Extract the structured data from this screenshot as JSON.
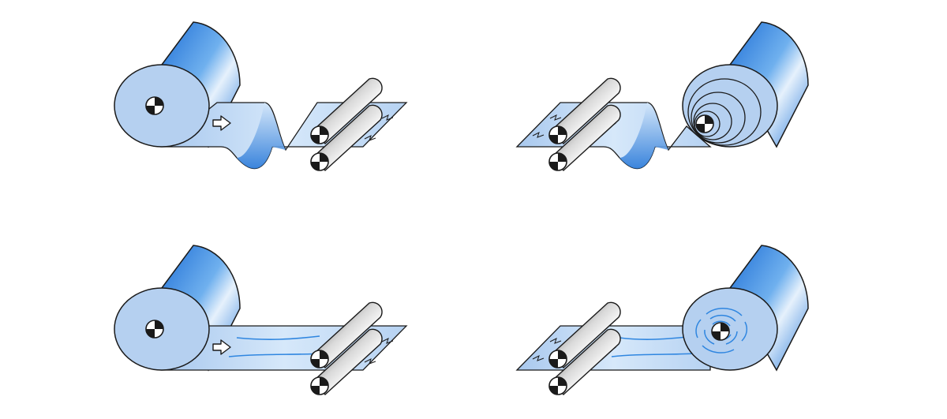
{
  "figure": {
    "panels": [
      {
        "id": "unwind-wavy-web",
        "roll": "unwind",
        "web": "wavy",
        "arrow": "right-arrow-icon"
      },
      {
        "id": "rewind-telescoped-roll",
        "roll": "rewind-telescoped",
        "web": "wavy",
        "arrow": "right-arrow-icon"
      },
      {
        "id": "unwind-streaked-web",
        "roll": "unwind",
        "web": "flat-streaked",
        "arrow": "right-arrow-icon"
      },
      {
        "id": "rewind-ringed-roll",
        "roll": "rewind-ringed",
        "web": "flat-streaked",
        "arrow": "right-arrow-icon"
      }
    ],
    "colors": {
      "film": "#b8d4f2",
      "roll_dark": "#1f6fd6",
      "roll_light": "#e6f1fc",
      "face": "#b5d0f0",
      "streak": "#2f86e0",
      "outline": "#1a1a1a"
    },
    "icons": [
      "center-mark-icon",
      "right-arrow-icon",
      "nip-roller-icon",
      "tear-mark-icon"
    ]
  }
}
